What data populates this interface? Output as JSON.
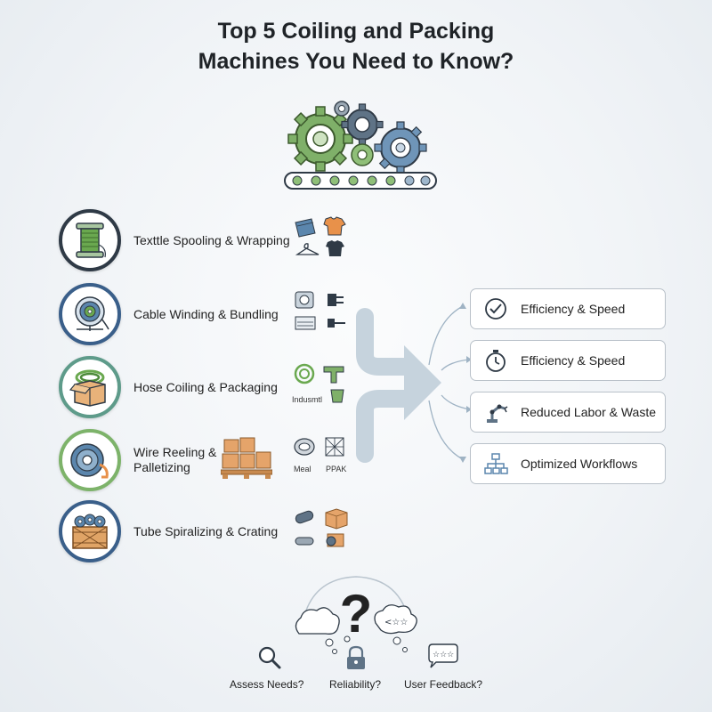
{
  "title": {
    "line1": "Top 5 Coiling and Packing",
    "line2": "Machines You Need to Know?"
  },
  "hero": {
    "icon": "gears-conveyor-icon"
  },
  "machines": [
    {
      "label_line1": "Texttle Spooling & Wrapping",
      "label_line2": "",
      "icon": "thread-spool-icon",
      "ring_color": "#2f3a46",
      "thumbs": [
        "fabric-icon",
        "tshirt-icon",
        "hanger-icon",
        "shirt-icon"
      ]
    },
    {
      "label_line1": "Cable Winding & Bundling",
      "label_line2": "",
      "icon": "cable-reel-icon",
      "ring_color": "#3a5f8a",
      "thumbs": [
        "cable-roll-icon",
        "plug-icon",
        "cable-bundle-icon",
        "connector-icon"
      ]
    },
    {
      "label_line1": "Hose Coiling & Packaging",
      "label_line2": "",
      "icon": "hose-box-icon",
      "ring_color": "#5e9b8a",
      "thumbs": [
        "hose-icon",
        "pipe-fitting-icon",
        "bucket-icon"
      ],
      "thumb_caption": "Indusmtl"
    },
    {
      "label_line1": "Wire Reeling &",
      "label_line2": "Palletizing",
      "icon": "wire-reel-icon",
      "ring_color": "#7db36a",
      "thumbs": [
        "wire-coil-icon",
        "mesh-icon"
      ],
      "thumb_captions": [
        "Meal",
        "PPAK"
      ]
    },
    {
      "label_line1": "Tube Spiralizing & Crating",
      "label_line2": "",
      "icon": "tube-crate-icon",
      "ring_color": "#3a5f8a",
      "thumbs": [
        "tube-icon",
        "box-icon",
        "pipe-icon",
        "tube-roll-icon"
      ]
    }
  ],
  "benefits": [
    {
      "label": "Efficiency & Speed",
      "icon": "check-circle-icon"
    },
    {
      "label": "Efficiency & Speed",
      "icon": "stopwatch-icon"
    },
    {
      "label": "Reduced Labor & Waste",
      "icon": "robot-arm-icon"
    },
    {
      "label": "Optimized Workflows",
      "icon": "flowchart-icon"
    }
  ],
  "questions": [
    {
      "label": "Assess Needs?",
      "icon": "magnifier-icon"
    },
    {
      "label": "Reliability?",
      "icon": "lock-icon"
    },
    {
      "label": "User Feedback?",
      "icon": "chat-stars-icon"
    }
  ],
  "colors": {
    "green": "#6aa84f",
    "blue": "#5b86ad",
    "dark": "#2f3a46",
    "connector": "#c6d3dd",
    "orange": "#e8914a"
  }
}
